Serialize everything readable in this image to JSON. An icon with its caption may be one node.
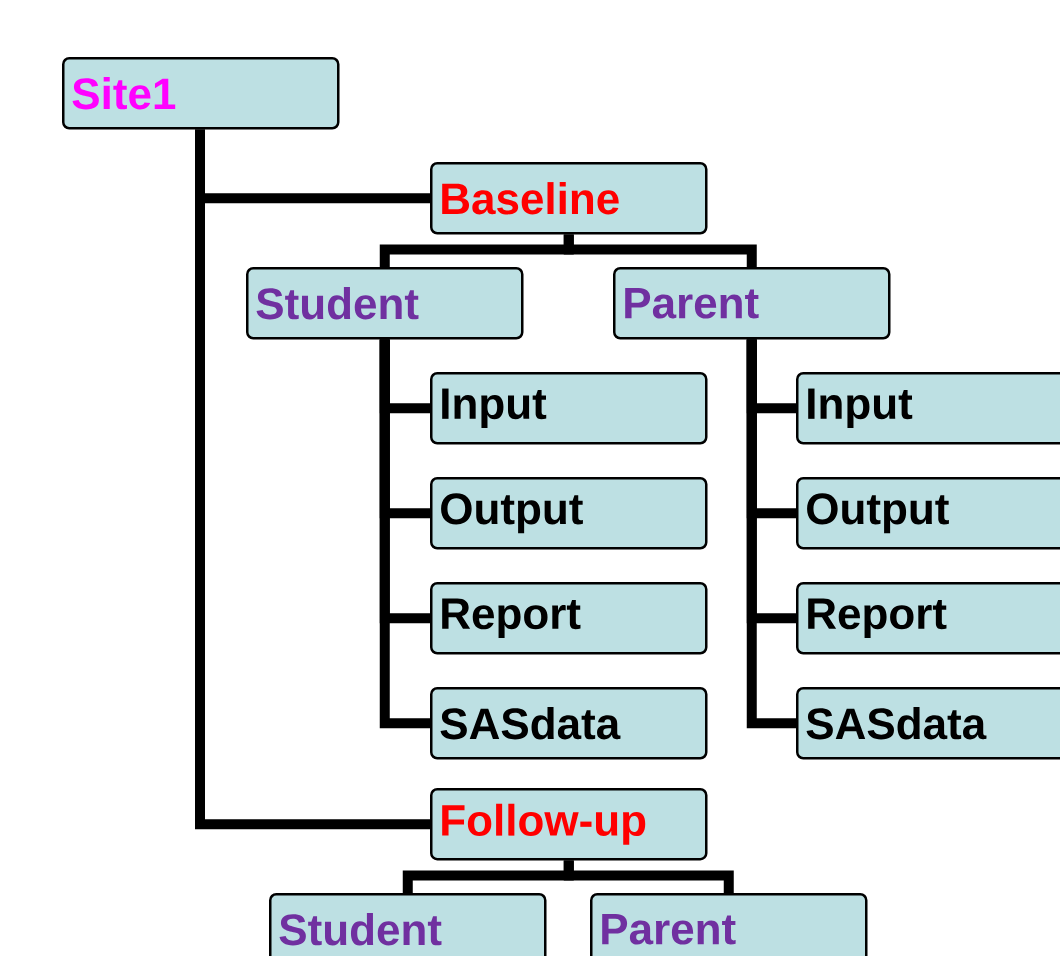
{
  "diagram": {
    "nodes": [
      {
        "text": [
          "Site1"
        ]
      },
      {
        "text": [
          "Baseline"
        ]
      },
      {
        "text": [
          "Student"
        ]
      },
      {
        "text": [
          "Parent"
        ]
      },
      {
        "text": [
          "Input"
        ]
      },
      {
        "text": [
          "Output"
        ]
      },
      {
        "text": [
          "Report"
        ]
      },
      {
        "text": [
          "SASdata"
        ]
      },
      {
        "text": [
          "Input"
        ]
      },
      {
        "text": [
          "Output"
        ]
      },
      {
        "text": [
          "Report"
        ]
      },
      {
        "text": [
          "SASdata"
        ]
      },
      {
        "text": [
          "Follow-up"
        ]
      },
      {
        "text": [
          "Student"
        ]
      },
      {
        "text": [
          "Parent"
        ]
      }
    ],
    "edges": [
      {
        "from": 0,
        "to": 1,
        "arrow": "none"
      },
      {
        "from": 1,
        "to": 2,
        "arrow": "none"
      },
      {
        "from": 1,
        "to": 3,
        "arrow": "none"
      },
      {
        "from": 2,
        "to": 4,
        "arrow": "none"
      },
      {
        "from": 2,
        "to": 5,
        "arrow": "none"
      },
      {
        "from": 2,
        "to": 6,
        "arrow": "none"
      },
      {
        "from": 2,
        "to": 7,
        "arrow": "none"
      },
      {
        "from": 3,
        "to": 8,
        "arrow": "none"
      },
      {
        "from": 3,
        "to": 9,
        "arrow": "none"
      },
      {
        "from": 3,
        "to": 10,
        "arrow": "none"
      },
      {
        "from": 3,
        "to": 11,
        "arrow": "none"
      },
      {
        "from": 0,
        "to": 12,
        "arrow": "none"
      },
      {
        "from": 12,
        "to": 13,
        "arrow": "none"
      },
      {
        "from": 12,
        "to": 14,
        "arrow": "none"
      }
    ]
  }
}
